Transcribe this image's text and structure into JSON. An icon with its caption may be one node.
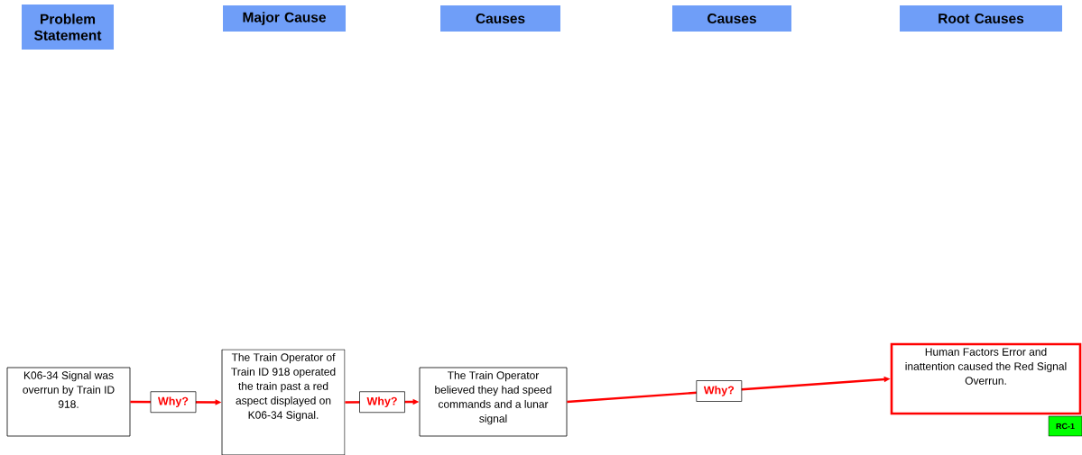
{
  "diagram": {
    "nodes": [
      {
        "text": [
          "Problem Statement"
        ]
      },
      {
        "text": [
          "Major Cause"
        ]
      },
      {
        "text": [
          "Causes"
        ]
      },
      {
        "text": [
          "Causes"
        ]
      },
      {
        "text": [
          "Root  Causes"
        ]
      },
      {
        "text": [
          "K06-34 Signal was overrun by Train ID 918."
        ]
      },
      {
        "text": [
          "The Train Operator of Train ID 918 operated the train past a red aspect displayed on K06-34 Signal."
        ]
      },
      {
        "text": [
          "The Train Operator believed they had speed commands and a lunar signal"
        ]
      },
      {
        "text": [
          "Human Factors Error and inattention caused the Red Signal Overrun."
        ]
      },
      {
        "text": [
          "RC-1"
        ]
      }
    ],
    "edges": [
      {
        "from": 5,
        "to": 6,
        "arrow": "to",
        "label": "Why?"
      },
      {
        "from": 6,
        "to": 7,
        "arrow": "to",
        "label": "Why?"
      },
      {
        "from": 7,
        "to": 8,
        "arrow": "to",
        "label": "Why?"
      }
    ]
  }
}
